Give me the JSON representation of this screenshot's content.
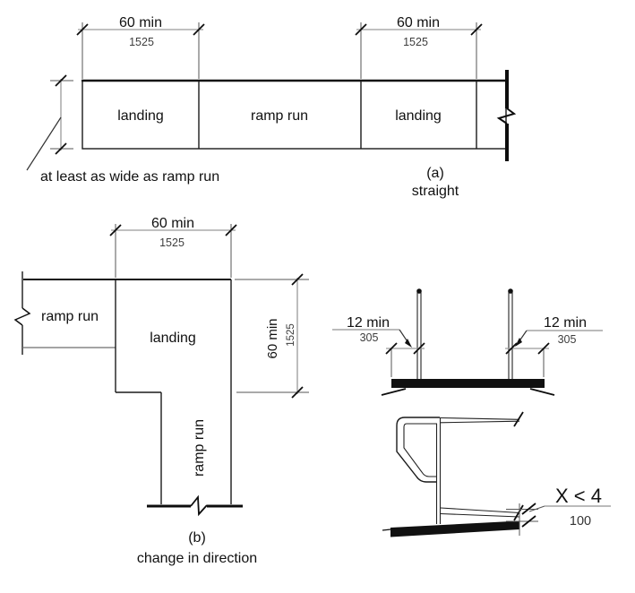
{
  "diagram_a": {
    "caption_letter": "(a)",
    "caption": "straight",
    "cell_labels": [
      "landing",
      "ramp run",
      "landing"
    ],
    "dim_left_top": {
      "imperial": "60 min",
      "metric": "1525"
    },
    "dim_right_top": {
      "imperial": "60 min",
      "metric": "1525"
    },
    "width_note": "at least as wide as ramp run"
  },
  "diagram_b": {
    "caption_letter": "(b)",
    "caption": "change in direction",
    "labels": {
      "ramp_run_left": "ramp run",
      "landing": "landing",
      "ramp_run_bottom": "ramp run"
    },
    "dim_top": {
      "imperial": "60 min",
      "metric": "1525"
    },
    "dim_right": {
      "imperial": "60 min",
      "metric": "1525"
    }
  },
  "handrail_extensions": {
    "dim_left": {
      "imperial": "12 min",
      "metric": "305"
    },
    "dim_right": {
      "imperial": "12 min",
      "metric": "305"
    }
  },
  "edge_protection": {
    "dim_gap": {
      "imperial": "X < 4",
      "metric": "100"
    }
  },
  "colors": {
    "line": "#1a1a1a",
    "dim_line": "#9a9a9a",
    "surface": "#111111",
    "background": "#ffffff"
  }
}
